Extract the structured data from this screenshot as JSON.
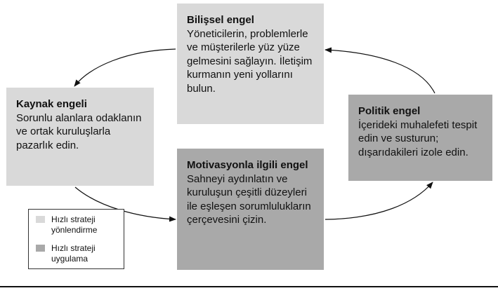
{
  "boxes": {
    "bilissel": {
      "title": "Bilişsel engel",
      "text": "Yöneticilerin, problemlerle ve müşterilerle yüz yüze gelmesini sağlayın. İletişim kurmanın yeni yollarını bulun.",
      "shade": "light"
    },
    "kaynak": {
      "title": "Kaynak engeli",
      "text": "Sorunlu alanlara odaklanın ve ortak kuruluşlarla pazarlık edin.",
      "shade": "light"
    },
    "politik": {
      "title": "Politik engel",
      "text": "İçerideki muhalefeti tespit edin ve susturun; dışarıdakileri izole edin.",
      "shade": "dark"
    },
    "motivasyon": {
      "title": "Motivasyonla ilgili engel",
      "text": "Sahneyi aydınlatın ve kuruluşun çeşitli düzeyleri ile eşleşen sorumlulukların çerçevesini çizin.",
      "shade": "dark"
    }
  },
  "legend": {
    "items": [
      {
        "label": "Hızlı strateji yönlendirme",
        "color": "#d9d9d9"
      },
      {
        "label": "Hızlı strateji uygulama",
        "color": "#a9a9a9"
      }
    ]
  },
  "colors": {
    "light_box": "#d9d9d9",
    "dark_box": "#a9a9a9",
    "arrow": "#111111"
  }
}
